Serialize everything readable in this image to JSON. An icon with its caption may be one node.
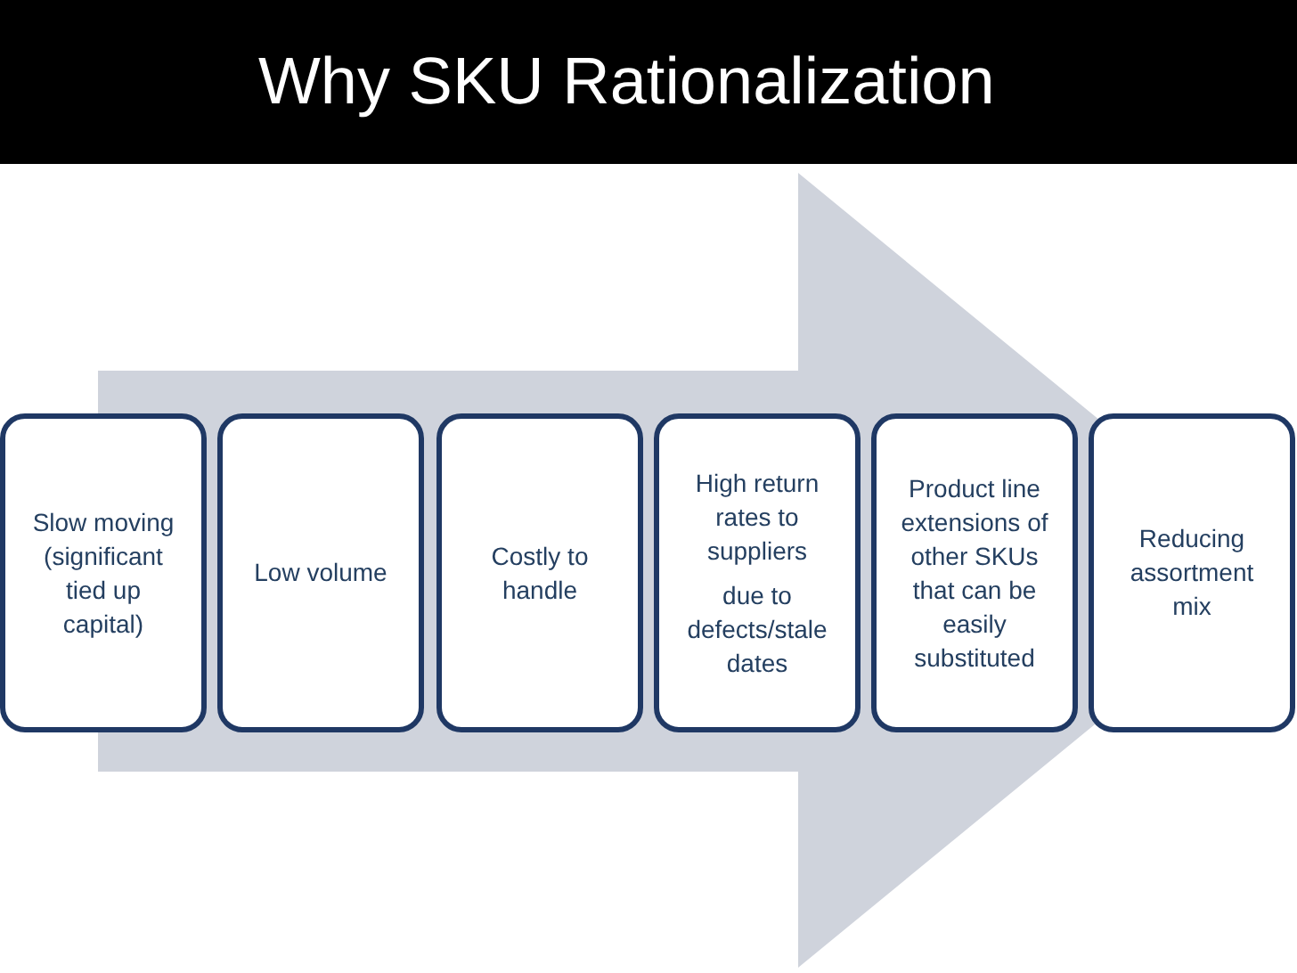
{
  "diagram": {
    "title": "Why SKU Rationalization",
    "nodes": [
      {
        "text": [
          "Slow moving (significant tied up capital)"
        ]
      },
      {
        "text": [
          "Low volume"
        ]
      },
      {
        "text": [
          "Costly to handle"
        ]
      },
      {
        "text": [
          "High return rates to suppliers",
          "due to defects/stale dates"
        ]
      },
      {
        "text": [
          "Product line extensions of other SKUs that can be easily substituted"
        ]
      },
      {
        "text": [
          "Reducing assortment mix"
        ]
      }
    ],
    "edges": [
      {
        "from": 0,
        "to": 5,
        "arrow": "to"
      }
    ]
  }
}
